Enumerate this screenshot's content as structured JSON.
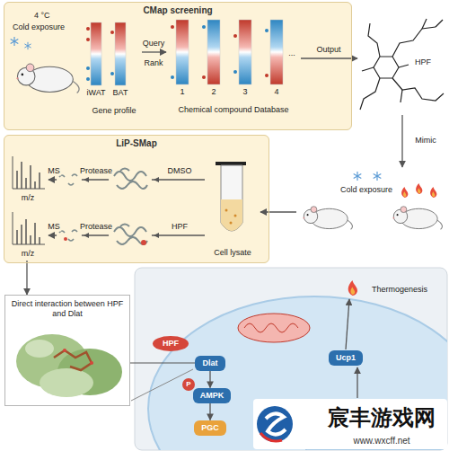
{
  "diagram": {
    "nodes": [
      {
        "text": [
          "CMap screening"
        ]
      },
      {
        "text": [
          "4 °C",
          "Cold exposure"
        ],
        "in": 0
      },
      {
        "text": [
          "iWAT",
          "BAT",
          "Gene profile"
        ],
        "in": 0
      },
      {
        "text": [
          "1",
          "2",
          "3",
          "4",
          "...",
          "Chemical compound Database"
        ],
        "in": 0
      },
      {
        "text": [
          "HPF"
        ]
      },
      {
        "text": [
          "Cold exposure"
        ]
      },
      {
        "text": [
          "LiP-SMap"
        ]
      },
      {
        "text": [
          "Cell lysate"
        ],
        "in": 6
      },
      {
        "text": [
          "m/z"
        ],
        "in": 6
      },
      {
        "text": [
          "m/z"
        ],
        "in": 6
      },
      {
        "text": [
          "Direct interaction between HPF and Dlat"
        ]
      },
      {
        "text": [
          "HPF"
        ]
      },
      {
        "text": [
          "Dlat"
        ]
      },
      {
        "text": [
          "AMPK"
        ]
      },
      {
        "text": [
          "P"
        ]
      },
      {
        "text": [
          "PGC"
        ]
      },
      {
        "text": [
          "Ucp1"
        ]
      }
    ],
    "edges": [
      {
        "from": 2,
        "to": 3,
        "label": "Query",
        "arrow": "to"
      },
      {
        "from": 3,
        "to": 4,
        "label": "Output",
        "arrow": "to"
      },
      {
        "from": 4,
        "to": 5,
        "label": "Mimic",
        "arrow": "to"
      },
      {
        "from": 5,
        "to": 7,
        "arrow": "to"
      },
      {
        "from": 7,
        "to": 8,
        "label": "DMSO",
        "arrow": "to"
      },
      {
        "from": 7,
        "to": 9,
        "arrow": "to"
      },
      {
        "from": 9,
        "to": 10,
        "arrow": "to"
      },
      {
        "from": 12,
        "to": 10,
        "arrow": "none"
      },
      {
        "from": 12,
        "to": 13,
        "arrow": "to"
      },
      {
        "from": 13,
        "to": 15,
        "arrow": "to"
      }
    ],
    "labels": [
      "Rank",
      "Protease",
      "MS",
      "Protease",
      "HPF",
      "MS",
      "Thermogenesis",
      "宸丰游戏网",
      "www.wxcff.net"
    ]
  }
}
